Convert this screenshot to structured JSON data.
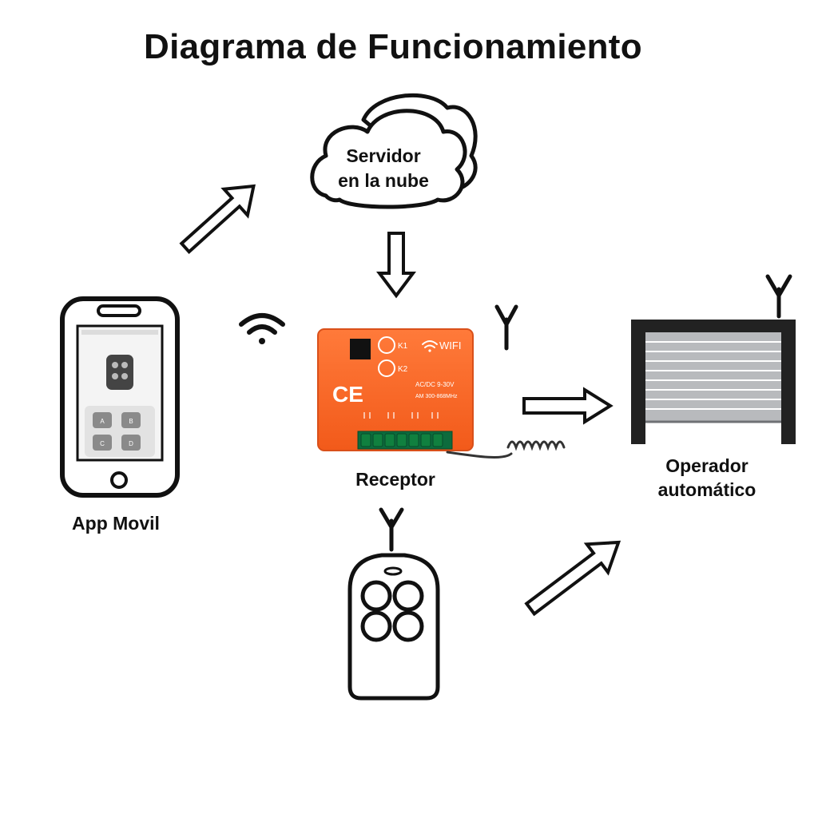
{
  "title": "Diagrama de Funcionamiento",
  "nodes": {
    "cloud": {
      "line1": "Servidor",
      "line2": "en la nube"
    },
    "app": {
      "label": "App Movil",
      "keys": [
        "A",
        "B",
        "C",
        "D"
      ]
    },
    "receiver": {
      "label": "Receptor",
      "k1": "K1",
      "k2": "K2",
      "wifi": "WIFI",
      "ce": "CE",
      "voltage": "AC/DC 9-30V",
      "frequency": "AM 300-868MHz",
      "color": "#ff6a2b"
    },
    "operator": {
      "line1": "Operador",
      "line2": "automático"
    }
  },
  "colors": {
    "stroke": "#111111",
    "receiver": "#ff6a2b",
    "gate": "#b8babd"
  },
  "icons": [
    "wifi-icon",
    "antenna-icon",
    "arrow-icon",
    "cloud-icon",
    "phone-icon",
    "remote-control-icon",
    "gate-icon"
  ]
}
